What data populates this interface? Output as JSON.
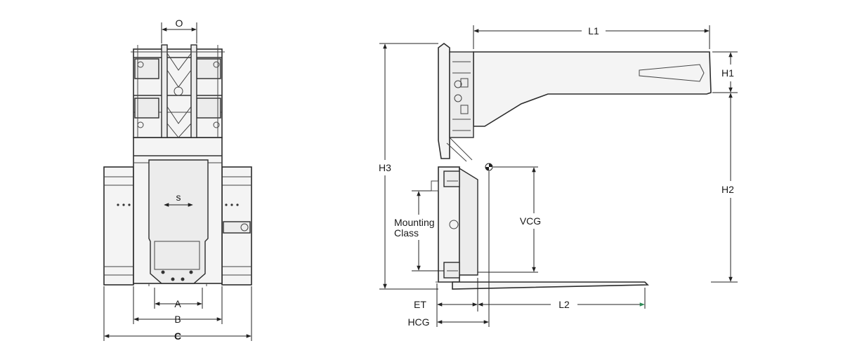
{
  "labels": {
    "O": "O",
    "S": "s",
    "A": "A",
    "B": "B",
    "C": "C",
    "L1": "L1",
    "H1": "H1",
    "H2": "H2",
    "H3": "H3",
    "VCG": "VCG",
    "mounting_line1": "Mounting",
    "mounting_line2": "Class",
    "ET": "ET",
    "L2": "L2",
    "HCG": "HCG"
  },
  "colors": {
    "line": "#2c2c2c",
    "accent": "#2e8b57",
    "text": "#1a1a1a"
  }
}
